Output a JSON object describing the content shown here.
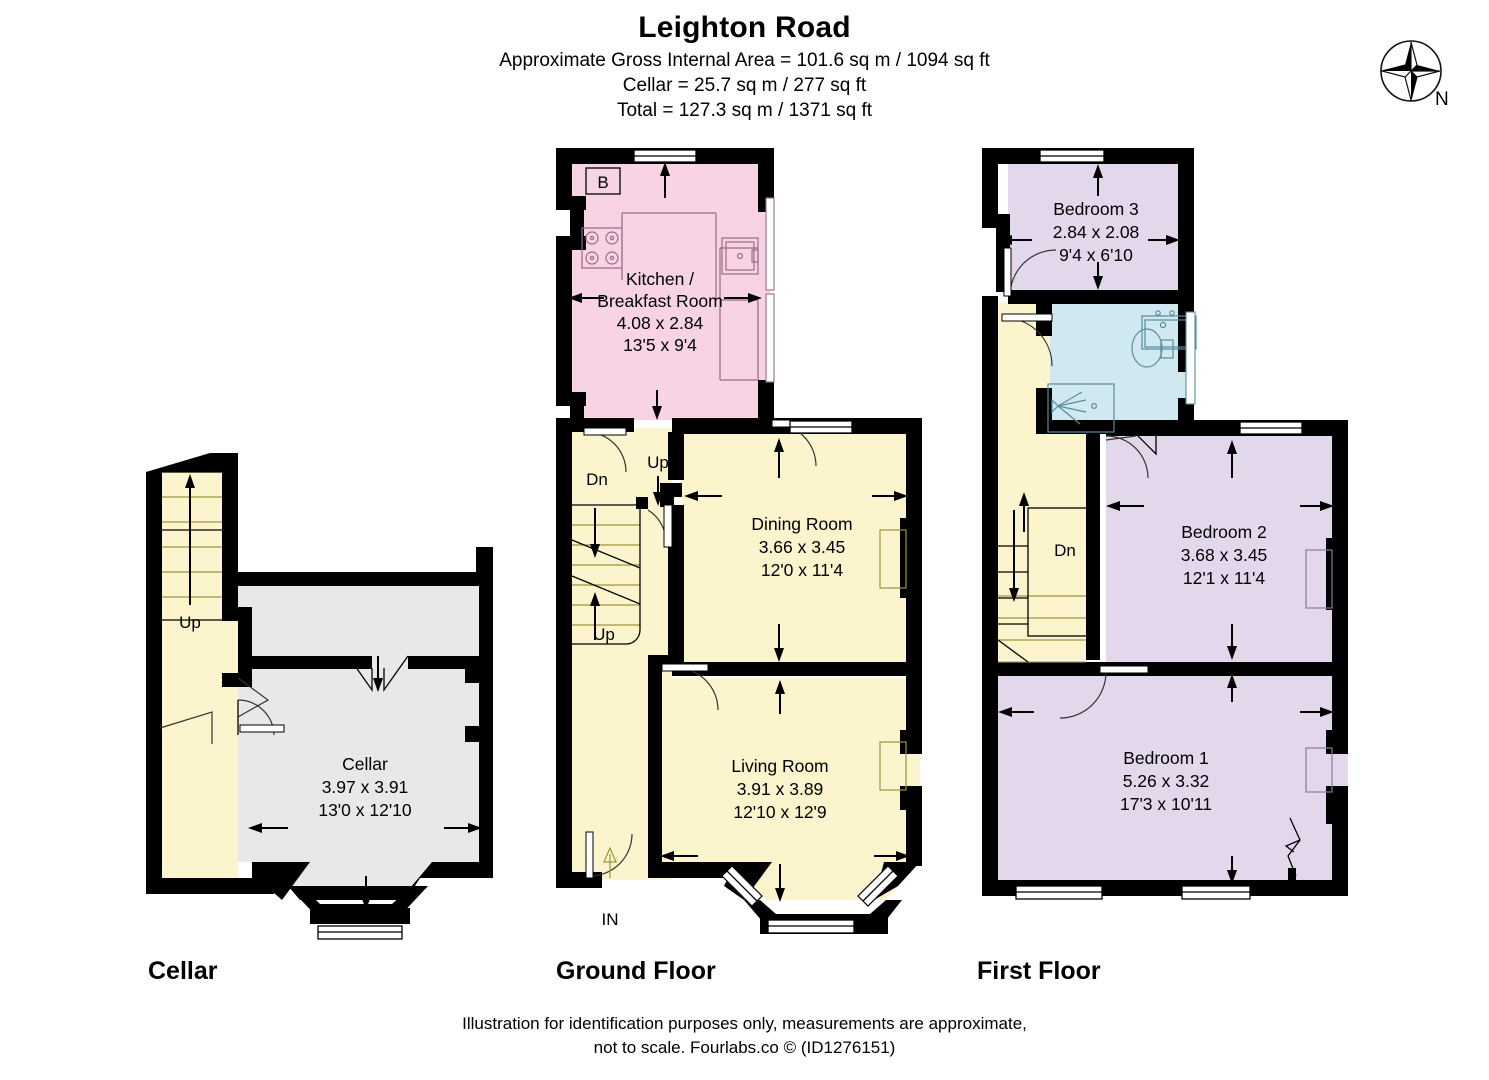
{
  "header": {
    "title": "Leighton Road",
    "area_lines": [
      "Approximate Gross Internal Area = 101.6 sq m / 1094 sq ft",
      "Cellar = 25.7 sq m / 277 sq ft",
      "Total = 127.3 sq m / 1371 sq ft"
    ]
  },
  "compass": {
    "label": "N",
    "icon": "compass-rose-icon"
  },
  "footer": {
    "line1": "Illustration for identification purposes only, measurements are approximate,",
    "line2": "not to scale. Fourlabs.co © (ID1276151)"
  },
  "colors": {
    "wall": "#000000",
    "hall_yellow": "#fcf4cd",
    "kitchen_pink": "#f7d3e4",
    "bedroom_purple": "#e3d7ec",
    "bathroom_blue": "#d0e8f0",
    "cellar_grey": "#e8e8e8",
    "background": "#ffffff"
  },
  "floors": [
    {
      "id": "cellar",
      "caption": "Cellar",
      "rooms": [
        {
          "name": "Cellar",
          "metric": "3.97 x 3.91",
          "imperial": "13'0 x 12'10",
          "fill": "cellar_grey"
        }
      ],
      "stair_labels": [
        "Up"
      ],
      "markers": []
    },
    {
      "id": "ground",
      "caption": "Ground Floor",
      "rooms": [
        {
          "name": "Kitchen /\nBreakfast Room",
          "name_line1": "Kitchen /",
          "name_line2": "Breakfast Room",
          "metric": "4.08 x 2.84",
          "imperial": "13'5 x 9'4",
          "fill": "kitchen_pink"
        },
        {
          "name": "Dining Room",
          "metric": "3.66 x 3.45",
          "imperial": "12'0 x 11'4",
          "fill": "hall_yellow"
        },
        {
          "name": "Living Room",
          "metric": "3.91 x 3.89",
          "imperial": "12'10 x 12'9",
          "fill": "hall_yellow"
        }
      ],
      "stair_labels": [
        "Dn",
        "Up",
        "Up"
      ],
      "markers": [
        "B",
        "IN"
      ]
    },
    {
      "id": "first",
      "caption": "First Floor",
      "rooms": [
        {
          "name": "Bedroom 3",
          "metric": "2.84 x 2.08",
          "imperial": "9'4 x 6'10",
          "fill": "bedroom_purple"
        },
        {
          "name": "Bedroom 2",
          "metric": "3.68 x 3.45",
          "imperial": "12'1 x 11'4",
          "fill": "bedroom_purple"
        },
        {
          "name": "Bedroom 1",
          "metric": "5.26 x 3.32",
          "imperial": "17'3 x 10'11",
          "fill": "bedroom_purple"
        },
        {
          "name": "Bathroom",
          "metric": "",
          "imperial": "",
          "fill": "bathroom_blue"
        }
      ],
      "stair_labels": [
        "Dn"
      ],
      "markers": []
    }
  ],
  "labels": {
    "cellar_room": "Cellar",
    "cellar_metric": "3.97 x 3.91",
    "cellar_imperial": "13'0 x 12'10",
    "cellar_up": "Up",
    "kitchen_l1": "Kitchen /",
    "kitchen_l2": "Breakfast Room",
    "kitchen_metric": "4.08 x 2.84",
    "kitchen_imperial": "13'5 x 9'4",
    "boiler_b": "B",
    "dining_room": "Dining Room",
    "dining_metric": "3.66 x 3.45",
    "dining_imperial": "12'0 x 11'4",
    "living_room": "Living Room",
    "living_metric": "3.91 x 3.89",
    "living_imperial": "12'10 x 12'9",
    "ground_dn": "Dn",
    "ground_up_top": "Up",
    "ground_up_bottom": "Up",
    "entrance_in": "IN",
    "bed3": "Bedroom 3",
    "bed3_metric": "2.84 x 2.08",
    "bed3_imperial": "9'4 x 6'10",
    "bed2": "Bedroom 2",
    "bed2_metric": "3.68 x 3.45",
    "bed2_imperial": "12'1 x 11'4",
    "bed1": "Bedroom 1",
    "bed1_metric": "5.26 x 3.32",
    "bed1_imperial": "17'3 x 10'11",
    "first_dn": "Dn",
    "cap_cellar": "Cellar",
    "cap_ground": "Ground Floor",
    "cap_first": "First Floor"
  }
}
